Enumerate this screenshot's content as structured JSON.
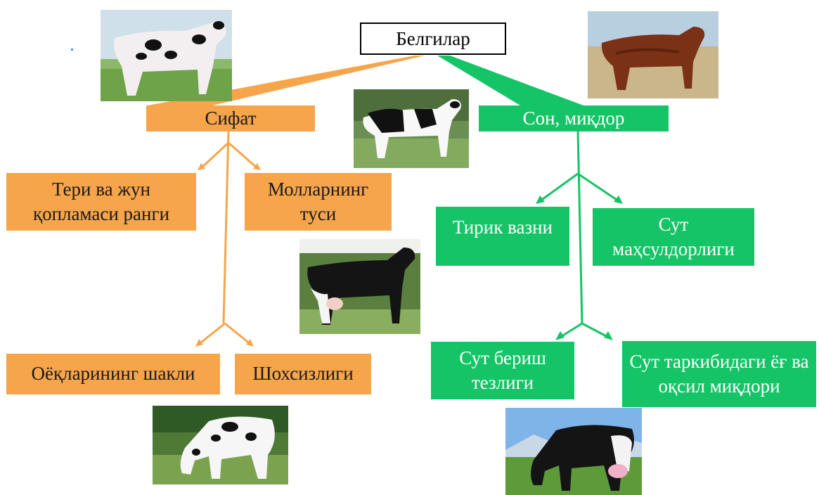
{
  "root": {
    "label": "Белгилар"
  },
  "quality": {
    "label": "Сифат",
    "children": [
      "Тери ва жун қопламаси ранги",
      "Молларнинг туси",
      "Оёқларининг шакли",
      "Шохсизлиги"
    ]
  },
  "quantity": {
    "label": "Сон, миқдор",
    "children": [
      "Тирик вазни",
      "Сут маҳсулдорлиги",
      "Сут бериш тезлиги",
      "Сут таркибидаги ёғ ва оқсил миқдори"
    ]
  },
  "colors": {
    "orange": "#f6a54b",
    "green": "#14c466"
  }
}
